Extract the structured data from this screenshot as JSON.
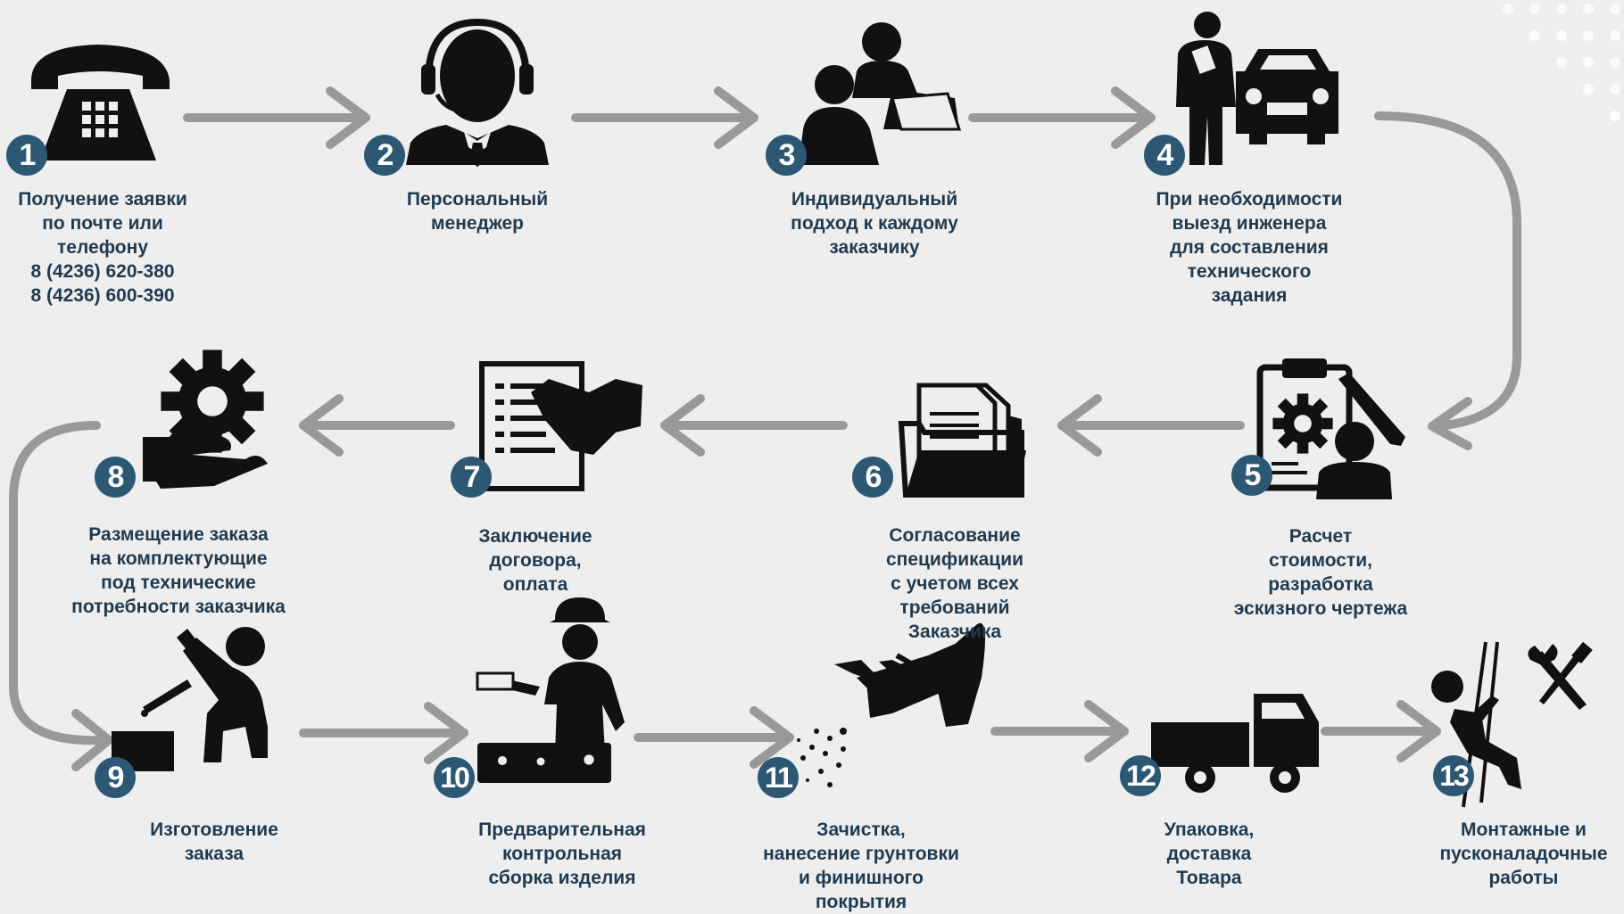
{
  "colors": {
    "background": "#eeeeee",
    "badge": "#2c5874",
    "text": "#1f3a50",
    "arrow": "#999999",
    "icon": "#111111"
  },
  "steps": [
    {
      "number": "1",
      "label": "Получение заявки\nпо почте или\nтелефону\n8 (4236) 620-380\n 8 (4236) 600-390",
      "icon": "telephone-icon"
    },
    {
      "number": "2",
      "label": "Персональный\nменеджер",
      "icon": "headset-manager-icon"
    },
    {
      "number": "3",
      "label": "Индивидуальный\nподход к каждому\nзаказчику",
      "icon": "meeting-icon"
    },
    {
      "number": "4",
      "label": "При необходимости\nвыезд инженера\nдля составления\nтехнического\nзадания",
      "icon": "engineer-car-icon"
    },
    {
      "number": "5",
      "label": "Расчет\nстоимости,\nразработка\nэскизного чертежа",
      "icon": "clipboard-gear-icon"
    },
    {
      "number": "6",
      "label": "Согласование\nспецификации\nс учетом всех\nтребований\nЗаказчика",
      "icon": "folder-documents-icon"
    },
    {
      "number": "7",
      "label": "Заключение\nдоговора,\nоплата",
      "icon": "contract-handshake-icon"
    },
    {
      "number": "8",
      "label": "Размещение заказа\nна комплектующие\nпод технические\nпотребности заказчика",
      "icon": "hand-gear-icon"
    },
    {
      "number": "9",
      "label": "Изготовление\nзаказа",
      "icon": "welder-icon"
    },
    {
      "number": "10",
      "label": "Предварительная\nконтрольная\nсборка изделия",
      "icon": "assembly-worker-icon"
    },
    {
      "number": "11",
      "label": "Зачистка,\nнанесение грунтовки\nи финишного\nпокрытия",
      "icon": "spray-gun-icon"
    },
    {
      "number": "12",
      "label": "Упаковка,\nдоставка\nТовара",
      "icon": "delivery-truck-icon"
    },
    {
      "number": "13",
      "label": "Монтажные и\nпусконаладочные\nработы",
      "icon": "climber-tools-icon"
    }
  ]
}
